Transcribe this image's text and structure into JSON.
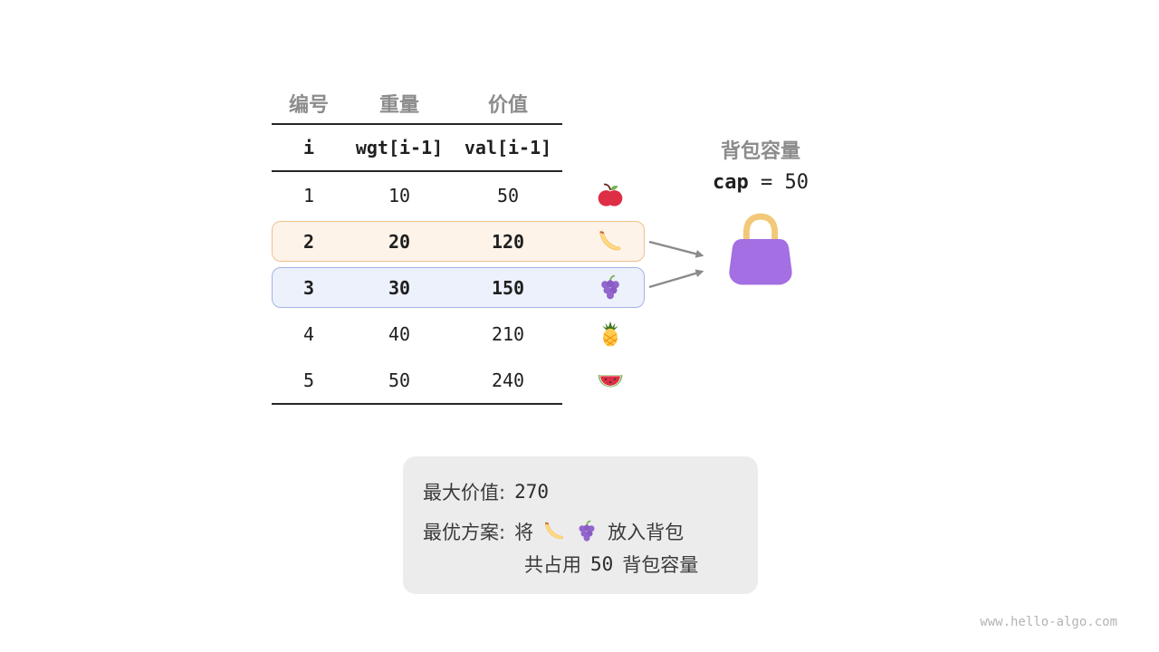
{
  "table": {
    "headers_cn": [
      "编号",
      "重量",
      "价值"
    ],
    "headers_code": [
      "i",
      "wgt[i-1]",
      "val[i-1]"
    ],
    "rows": [
      {
        "i": "1",
        "wgt": "10",
        "val": "50",
        "icon": "apple-icon",
        "icon_ref": "#icon-apple",
        "highlight": "none"
      },
      {
        "i": "2",
        "wgt": "20",
        "val": "120",
        "icon": "banana-icon",
        "icon_ref": "#icon-banana",
        "highlight": "orange"
      },
      {
        "i": "3",
        "wgt": "30",
        "val": "150",
        "icon": "grapes-icon",
        "icon_ref": "#icon-grapes",
        "highlight": "blue"
      },
      {
        "i": "4",
        "wgt": "40",
        "val": "210",
        "icon": "pineapple-icon",
        "icon_ref": "#icon-pineapple",
        "highlight": "none"
      },
      {
        "i": "5",
        "wgt": "50",
        "val": "240",
        "icon": "watermelon-icon",
        "icon_ref": "#icon-watermelon",
        "highlight": "none"
      }
    ]
  },
  "capacity": {
    "title": "背包容量",
    "cap_keyword": "cap",
    "cap_rest": " = 50"
  },
  "result": {
    "max_value_label": "最大价值:",
    "max_value": "270",
    "plan_label": "最优方案:",
    "plan_prefix": "将",
    "plan_item1": "banana-icon",
    "plan_item1_ref": "#icon-banana",
    "plan_item2": "grapes-icon",
    "plan_item2_ref": "#icon-grapes",
    "plan_suffix": "放入背包",
    "usage_prefix": "共占用",
    "usage_value": "50",
    "usage_suffix": "背包容量"
  },
  "watermark": "www.hello-algo.com",
  "colors": {
    "highlight_orange_bg": "#fdf3e9",
    "highlight_orange_border": "#f0c08d",
    "highlight_blue_bg": "#edf1fb",
    "highlight_blue_border": "#a3b4e6",
    "bag_body": "#a36fe2",
    "bag_handle": "#f2c879",
    "muted_text": "#8c8c8c",
    "arrow": "#8b8b8b",
    "result_box_bg": "#ececec"
  }
}
